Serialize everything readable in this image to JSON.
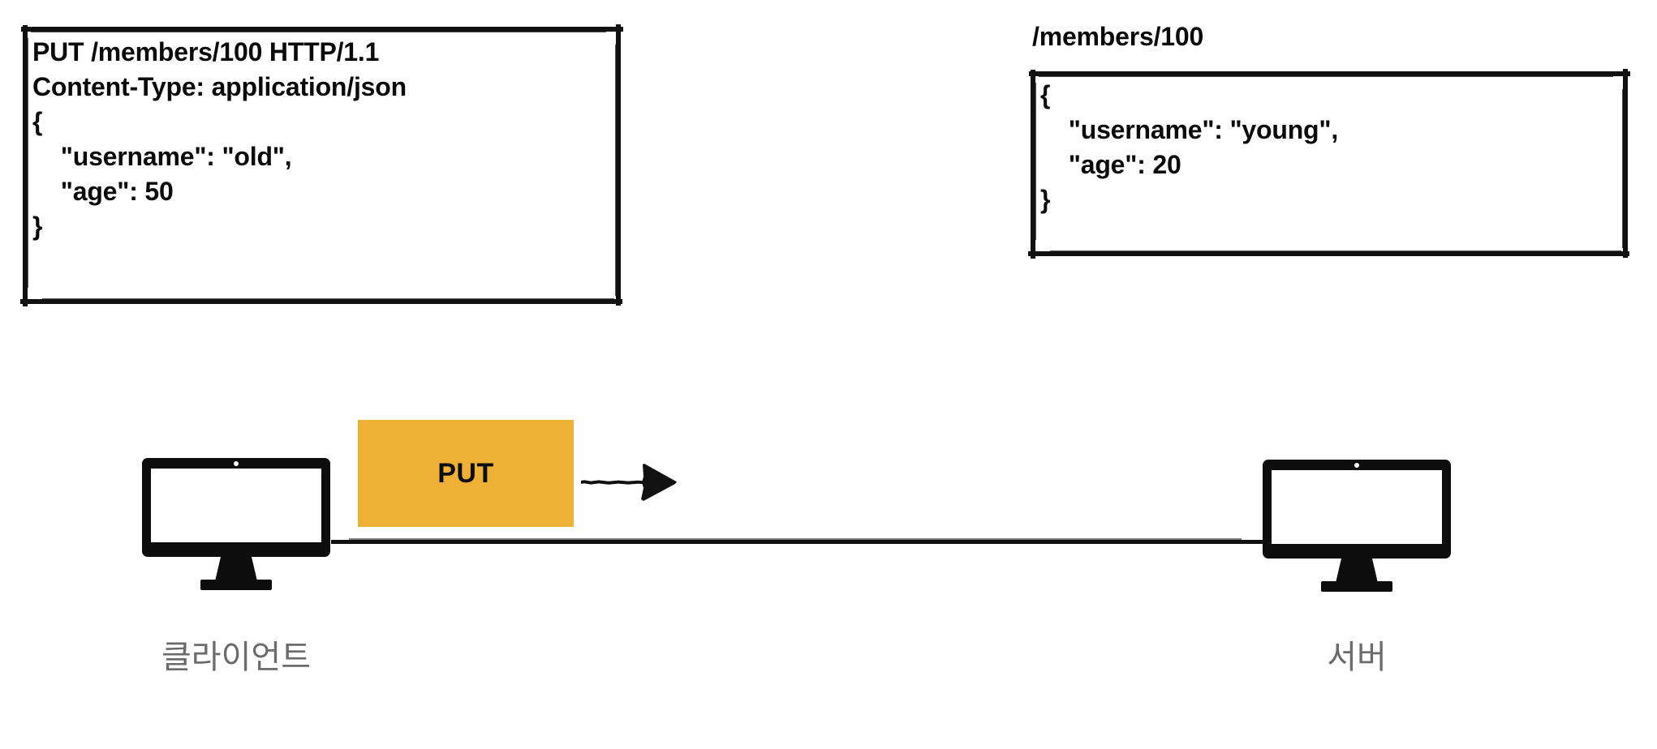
{
  "diagram": {
    "title": "HTTP PUT request diagram",
    "background_color": "#ffffff",
    "accent_color": "#efb036",
    "line_color": "#111111",
    "label_color": "#6b6b6b"
  },
  "request_box": {
    "name": "http-request-box",
    "lines": [
      "PUT /members/100 HTTP/1.1",
      "Content-Type: application/json",
      "",
      "{",
      "    \"username\": \"old\",",
      "    \"age\": 50",
      "}"
    ]
  },
  "resource_box": {
    "name": "server-resource-box",
    "path_label": "/members/100",
    "lines": [
      "{",
      "    \"username\": \"young\",",
      "    \"age\": 20",
      "",
      "}"
    ]
  },
  "method_chip": {
    "label": "PUT",
    "color": "#efb036"
  },
  "nodes": [
    {
      "id": "client",
      "label": "클라이언트",
      "icon": "desktop-monitor-icon"
    },
    {
      "id": "server",
      "label": "서버",
      "icon": "desktop-monitor-icon"
    }
  ],
  "arrow": {
    "name": "request-direction-arrow",
    "direction": "right"
  }
}
